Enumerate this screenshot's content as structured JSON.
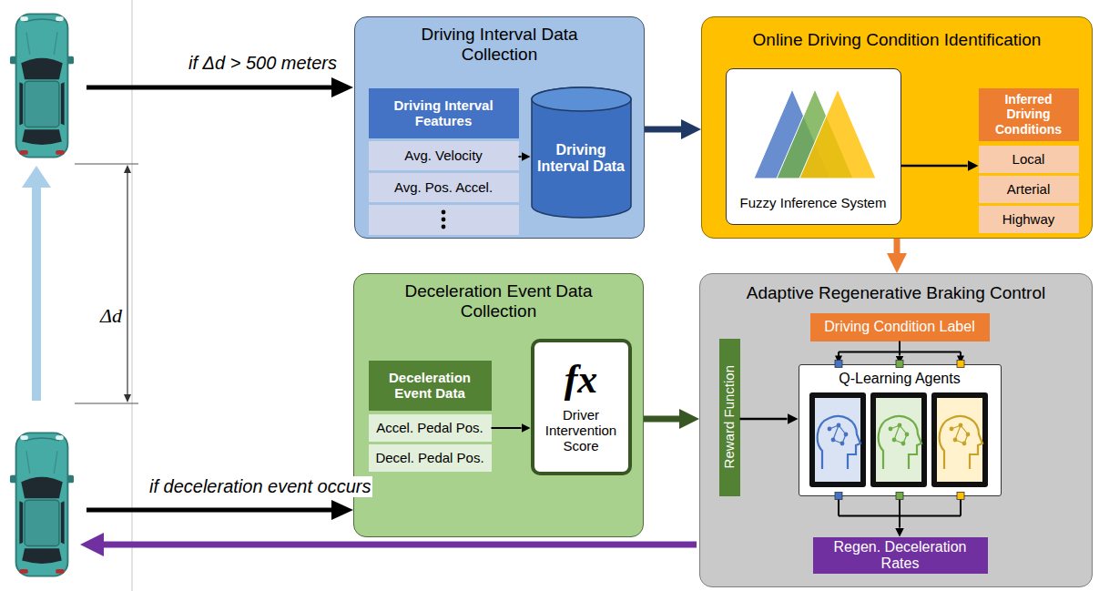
{
  "diagram": {
    "nodes": [
      {
        "text": [
          "Driving Interval Data Collection"
        ]
      },
      {
        "text": [
          "Driving Interval Features"
        ],
        "in": 0
      },
      {
        "text": [
          "Avg. Velocity"
        ],
        "in": 0
      },
      {
        "text": [
          "Avg. Pos. Accel."
        ],
        "in": 0
      },
      {
        "text": [
          "Driving Interval Data"
        ],
        "in": 0
      },
      {
        "text": [
          "Online Driving Condition Identification"
        ]
      },
      {
        "text": [
          "Fuzzy Inference System"
        ],
        "in": 5
      },
      {
        "text": [
          "Inferred Driving Conditions"
        ],
        "in": 5
      },
      {
        "text": [
          "Local"
        ],
        "in": 5
      },
      {
        "text": [
          "Arterial"
        ],
        "in": 5
      },
      {
        "text": [
          "Highway"
        ],
        "in": 5
      },
      {
        "text": [
          "Deceleration Event Data Collection"
        ]
      },
      {
        "text": [
          "Deceleration Event Data"
        ],
        "in": 11
      },
      {
        "text": [
          "Accel. Pedal Pos."
        ],
        "in": 11
      },
      {
        "text": [
          "Decel. Pedal Pos."
        ],
        "in": 11
      },
      {
        "text": [
          "fx",
          "Driver Intervention Score"
        ],
        "in": 11
      },
      {
        "text": [
          "Adaptive Regenerative Braking Control"
        ]
      },
      {
        "text": [
          "Driving Condition Label"
        ],
        "in": 16
      },
      {
        "text": [
          "Reward Function"
        ],
        "in": 16
      },
      {
        "text": [
          "Q-Learning Agents"
        ],
        "in": 16
      },
      {
        "text": [
          "Regen. Deceleration Rates"
        ],
        "in": 16
      }
    ],
    "edges": [
      {
        "from": 2,
        "to": 4,
        "arrow": "to"
      },
      {
        "from": 0,
        "to": 5,
        "arrow": "to"
      },
      {
        "from": 6,
        "to": 8,
        "arrow": "to"
      },
      {
        "from": 5,
        "to": 16,
        "arrow": "to"
      },
      {
        "from": 13,
        "to": 15,
        "arrow": "to"
      },
      {
        "from": 11,
        "to": 16,
        "arrow": "to"
      },
      {
        "from": 18,
        "to": 19,
        "arrow": "to"
      },
      {
        "from": 17,
        "to": 19,
        "arrow": "to"
      },
      {
        "from": 19,
        "to": 20,
        "arrow": "to"
      }
    ],
    "labels": [
      "if Δd > 500 meters",
      "Δd",
      "if deceleration event occurs"
    ]
  }
}
